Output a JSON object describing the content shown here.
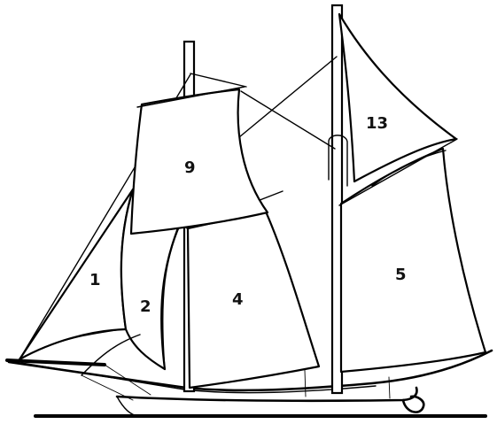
{
  "diagram": {
    "labels": {
      "sail_1": "1",
      "sail_2": "2",
      "sail_4": "4",
      "sail_5": "5",
      "sail_9": "9",
      "sail_13": "13"
    }
  }
}
